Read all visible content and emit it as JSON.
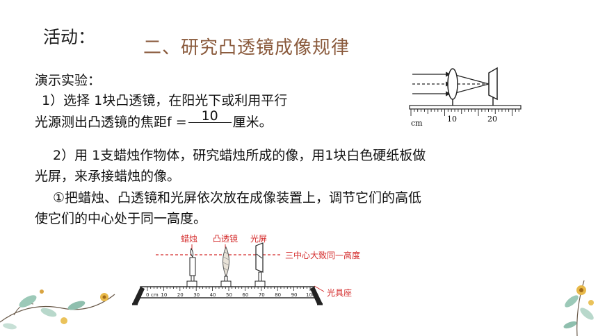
{
  "heading": "活动：",
  "title": "二、研究凸透镜成像规律",
  "demo_label": "演示实验：",
  "step1_line1": "1）选择 1块凸透镜，在阳光下或利用平行",
  "step1_line2_pre": "光源测出凸透镜的焦距f =",
  "focal_value": "10",
  "step1_line2_post": "厘米。",
  "step2_line1": "2）用 1支蜡烛作物体，研究蜡烛所成的像，用1块白色硬纸板做",
  "step2_line2": "光屏，来承接蜡烛的像。",
  "step3_line1": "①把蜡烛、凸透镜和光屏依次放在成像装置上，调节它们的高低",
  "step3_line2": "使它们的中心处于同一高度。",
  "focus_diagram": {
    "unit": "cm",
    "tick_10": "10",
    "tick_20": "20"
  },
  "bench_diagram": {
    "label_candle": "蜡烛",
    "label_lens": "凸透镜",
    "label_screen": "光屏",
    "label_center": "三中心大致同一高度",
    "label_base": "光具座",
    "scale_unit": "cm",
    "scale_ticks": [
      "0",
      "10",
      "20",
      "30",
      "40",
      "50",
      "60",
      "70",
      "80",
      "90",
      "100"
    ],
    "accent_color": "#d42b2b"
  }
}
